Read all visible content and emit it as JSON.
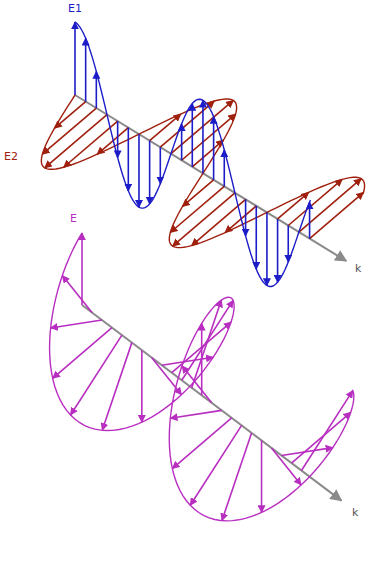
{
  "diagram": {
    "labels": [
      "E1",
      "E2",
      "k",
      "E",
      "k"
    ]
  }
}
